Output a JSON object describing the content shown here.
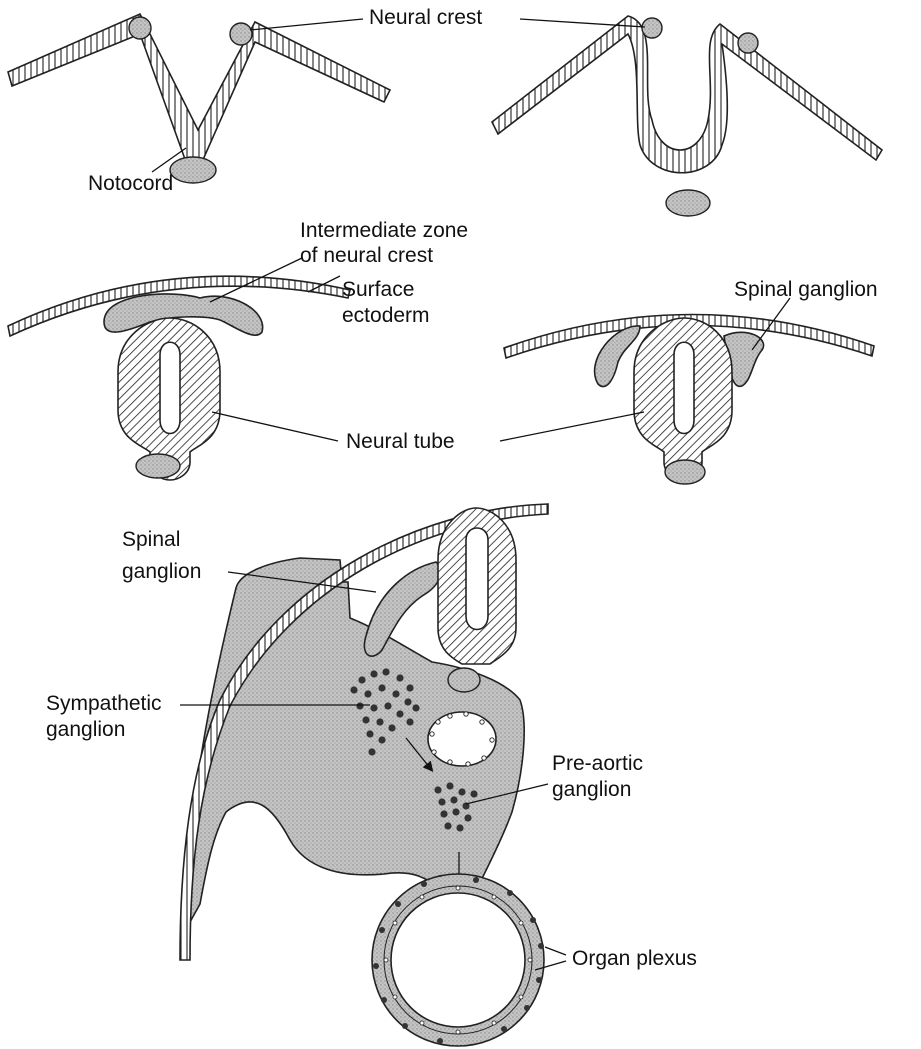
{
  "labels": {
    "neural_crest": "Neural crest",
    "notocord": "Notocord",
    "intermediate_zone": [
      "Intermediate zone",
      "of neural crest"
    ],
    "surface_ectoderm": [
      "Surface",
      "ectoderm"
    ],
    "spinal_ganglion_top": "Spinal ganglion",
    "neural_tube": "Neural tube",
    "spinal_ganglion_bottom": [
      "Spinal",
      "ganglion"
    ],
    "sympathetic_ganglion": [
      "Sympathetic",
      "ganglion"
    ],
    "pre_aortic_ganglion": [
      "Pre-aortic",
      "ganglion"
    ],
    "organ_plexus": "Organ plexus"
  },
  "colors": {
    "stipple_fill": "#c4c4c4",
    "line": "#222222",
    "background": "#ffffff"
  }
}
